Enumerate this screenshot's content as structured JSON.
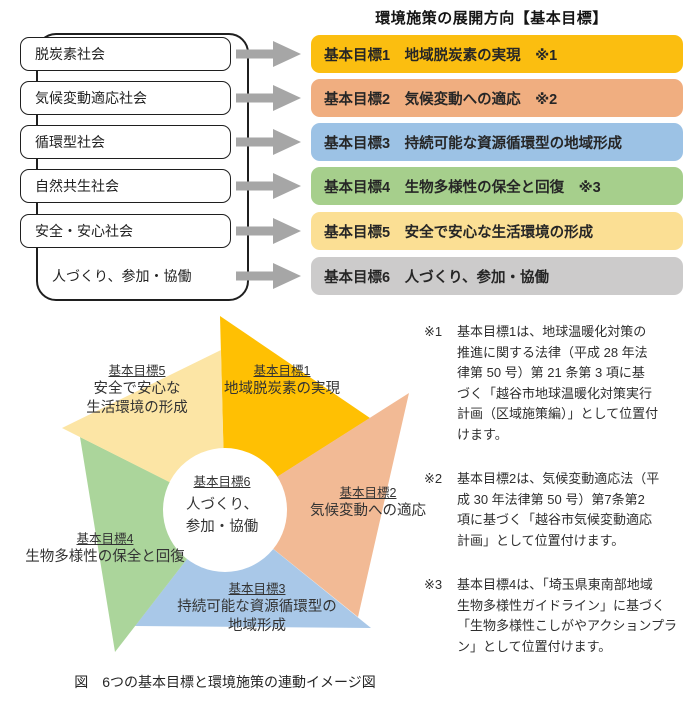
{
  "title": "環境施策の展開方向【基本目標】",
  "flow": {
    "societies": [
      "脱炭素社会",
      "気候変動適応社会",
      "循環型社会",
      "自然共生社会",
      "安全・安心社会"
    ],
    "society_plain": "人づくり、参加・協働",
    "arrow_color": "#A6A6A6",
    "goals": [
      {
        "label": "基本目標1　地域脱炭素の実現　※1",
        "color": "#FBBE10"
      },
      {
        "label": "基本目標2　気候変動への適応　※2",
        "color": "#F0AE80"
      },
      {
        "label": "基本目標3　持続可能な資源循環型の地域形成",
        "color": "#9CC2E5"
      },
      {
        "label": "基本目標4　生物多様性の保全と回復　※3",
        "color": "#A6CF8C"
      },
      {
        "label": "基本目標5　安全で安心な生活環境の形成",
        "color": "#FBDF94"
      },
      {
        "label": "基本目標6　人づくり、参加・協働",
        "color": "#CCCBCB"
      }
    ]
  },
  "star": {
    "goals": [
      {
        "lines": [
          "基本目標1",
          "地域脱炭素の実現"
        ],
        "color": "#FFC003"
      },
      {
        "lines": [
          "基本目標2",
          "気候変動への適応"
        ],
        "color": "#F2BA95"
      },
      {
        "lines": [
          "基本目標3",
          "持続可能な資源循環型の",
          "地域形成"
        ],
        "color": "#A9C8E8"
      },
      {
        "lines": [
          "基本目標4",
          "生物多様性の保全と回復"
        ],
        "color": "#ABD59B"
      },
      {
        "lines": [
          "基本目標5",
          "安全で安心な",
          "生活環境の形成"
        ],
        "color": "#FCE5A5"
      },
      {
        "lines": [
          "基本目標6",
          "人づくり、",
          "参加・協働"
        ],
        "color": "#FFFFFF"
      }
    ]
  },
  "notes": [
    {
      "marker": "※1",
      "lines": [
        "基本目標1は、地球温暖化対策の",
        "推進に関する法律（平成 28 年法",
        "律第 50 号）第 21 条第 3 項に基",
        "づく「越谷市地球温暖化対策実行",
        "計画（区域施策編）」として位置付",
        "けます。"
      ]
    },
    {
      "marker": "※2",
      "lines": [
        "基本目標2は、気候変動適応法（平",
        "成 30 年法律第 50 号）第7条第2",
        "項に基づく「越谷市気候変動適応",
        "計画」として位置付けます。"
      ]
    },
    {
      "marker": "※3",
      "lines": [
        "基本目標4は、「埼玉県東南部地域",
        "生物多様性ガイドライン」に基づく",
        "「生物多様性こしがやアクションプラ",
        "ン」として位置付けます。"
      ]
    }
  ],
  "caption": "図　6つの基本目標と環境施策の連動イメージ図"
}
